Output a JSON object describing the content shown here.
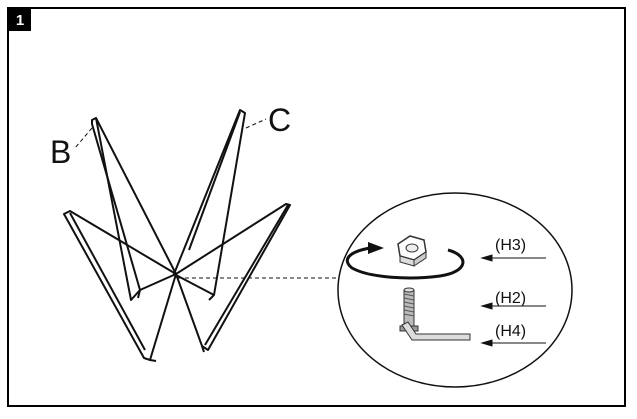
{
  "step": {
    "number": "1"
  },
  "part_labels": {
    "b": "B",
    "c": "C"
  },
  "hardware": {
    "h3": "(H3)",
    "h2": "(H2)",
    "h4": "(H4)"
  },
  "icons": {
    "nut": "hex-nut-icon",
    "bolt": "bolt-icon",
    "wrench": "allen-key-icon",
    "rotate": "rotation-arrow-icon"
  },
  "colors": {
    "line": "#111111",
    "badge": "#000000",
    "background": "#ffffff"
  }
}
